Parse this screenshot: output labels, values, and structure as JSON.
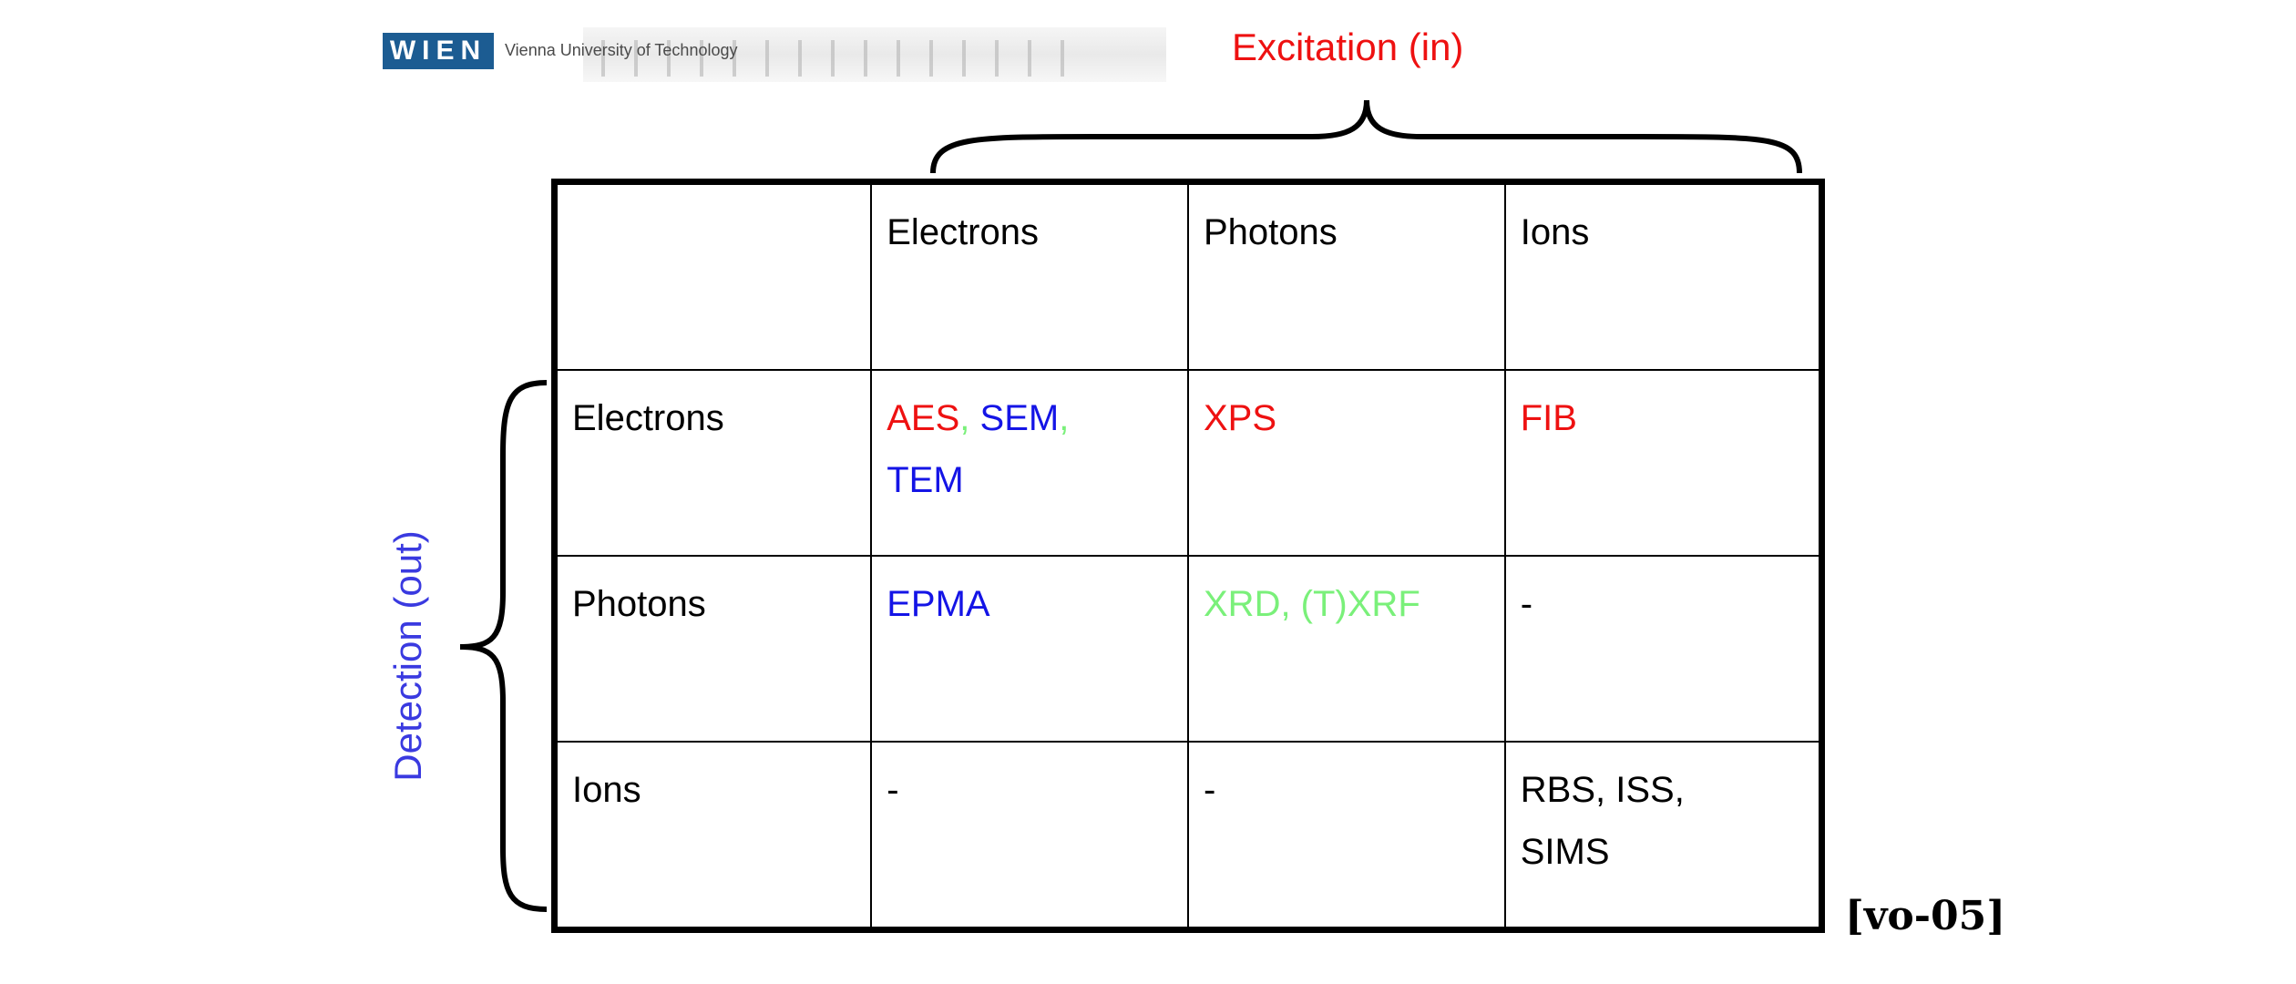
{
  "header": {
    "logo_text": "WIEN",
    "logo_subtitle": "Vienna University of Technology"
  },
  "labels": {
    "excitation": "Excitation (in)",
    "detection": "Detection (out)",
    "reference": "[vo-05]"
  },
  "table": {
    "columns": [
      "",
      "Electrons",
      "Photons",
      "Ions"
    ],
    "rows": [
      {
        "label": "Electrons",
        "cells": [
          [
            {
              "text": "AES",
              "color": "red"
            },
            {
              "text": ", ",
              "color": "green"
            },
            {
              "text": "SEM",
              "color": "blue"
            },
            {
              "text": ",",
              "color": "green"
            },
            {
              "text": "TEM",
              "color": "blue",
              "newline": true
            }
          ],
          [
            {
              "text": "XPS",
              "color": "red"
            }
          ],
          [
            {
              "text": "FIB",
              "color": "red"
            }
          ]
        ]
      },
      {
        "label": "Photons",
        "cells": [
          [
            {
              "text": "EPMA",
              "color": "blue"
            }
          ],
          [
            {
              "text": "XRD, (T)XRF",
              "color": "green"
            }
          ],
          [
            {
              "text": "-",
              "color": "black"
            }
          ]
        ]
      },
      {
        "label": "Ions",
        "cells": [
          [
            {
              "text": "-",
              "color": "black"
            }
          ],
          [
            {
              "text": "-",
              "color": "black"
            }
          ],
          [
            {
              "text": "RBS, ISS,",
              "color": "black"
            },
            {
              "text": "SIMS",
              "color": "black",
              "newline": true
            }
          ]
        ]
      }
    ]
  },
  "colors": {
    "red": "#ee1111",
    "blue": "#1414e6",
    "green": "#7af07a",
    "detection_blue": "#3a3ae0",
    "logo_blue": "#1c5c92"
  }
}
